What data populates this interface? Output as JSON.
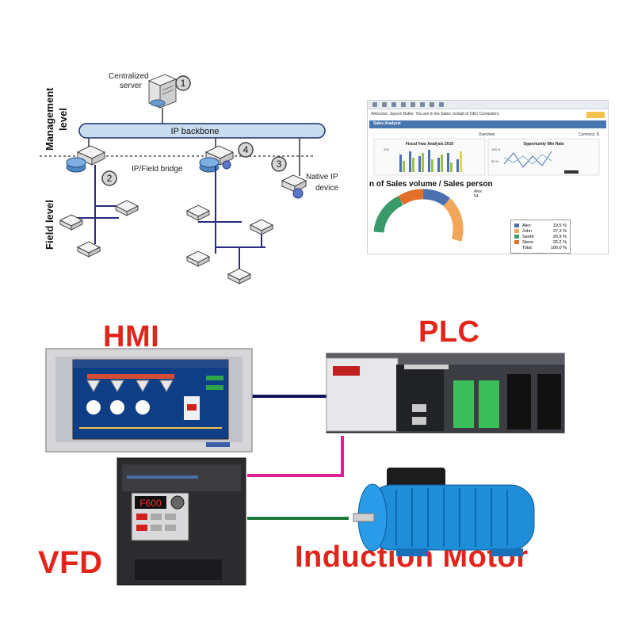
{
  "network": {
    "server_label_1": "Centralized",
    "server_label_2": "server",
    "backbone_label": "IP backbone",
    "bridge_label": "IP/Field bridge",
    "native_label_1": "Native IP",
    "native_label_2": "device",
    "level_management_1": "Management",
    "level_management_2": "level",
    "level_field": "Field level",
    "markers": [
      "1",
      "2",
      "3",
      "4"
    ]
  },
  "dashboard": {
    "welcome_text": "Welcome, Jayson Butler. You are in the Sales cockpit of OEC Computers.",
    "panel_title": "Sales Analysis",
    "overview_label": "Overview",
    "currency_label": "Currency: $",
    "chart1_title": "Fiscal Year Analysis 2010",
    "chart2_title": "Opportunity Win Rate",
    "chart1_ytick": "20K",
    "chart2_ytick1": "100 %",
    "chart2_ytick2": "50 %",
    "donut_title": "n of Sales volume / Sales person",
    "donut_callout_name": "Alex",
    "donut_callout_value": "54",
    "legend": [
      {
        "name": "Alex",
        "pct": "19,5 %",
        "color": "#4a72b0"
      },
      {
        "name": "John",
        "pct": "27,3 %",
        "color": "#f2a65a"
      },
      {
        "name": "Sarah",
        "pct": "26,9 %",
        "color": "#3a9a6a"
      },
      {
        "name": "Steve",
        "pct": "26,2 %",
        "color": "#e2702a"
      }
    ],
    "total_label": "Total:",
    "total_value": "100,0 %"
  },
  "automation": {
    "hmi_label": "HMI",
    "plc_label": "PLC",
    "vfd_label": "VFD",
    "motor_label": "Induction Motor",
    "vfd_display": "F600",
    "colors": {
      "label_red": "#e3241b",
      "link_hmi_plc": "#12125e",
      "link_plc_vfd": "#e0209a",
      "link_vfd_motor": "#1f7a3a"
    }
  }
}
